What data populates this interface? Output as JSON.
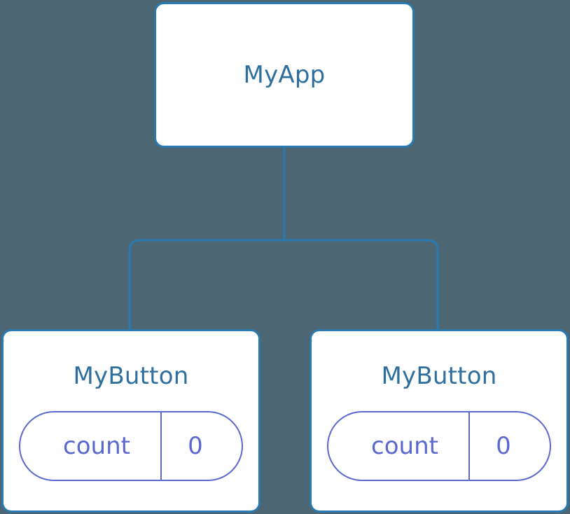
{
  "diagram": {
    "type": "component-tree",
    "background_color": "#4c6773",
    "node_border_color": "#2a7ab0",
    "node_fill_color": "#ffffff",
    "node_title_color": "#2e6f9e",
    "edge_color": "#2a7ab0",
    "pill_color": "#5b68d0",
    "root": {
      "title": "MyApp"
    },
    "children": [
      {
        "title": "MyButton",
        "state": {
          "key": "count",
          "value": "0"
        }
      },
      {
        "title": "MyButton",
        "state": {
          "key": "count",
          "value": "0"
        }
      }
    ]
  }
}
